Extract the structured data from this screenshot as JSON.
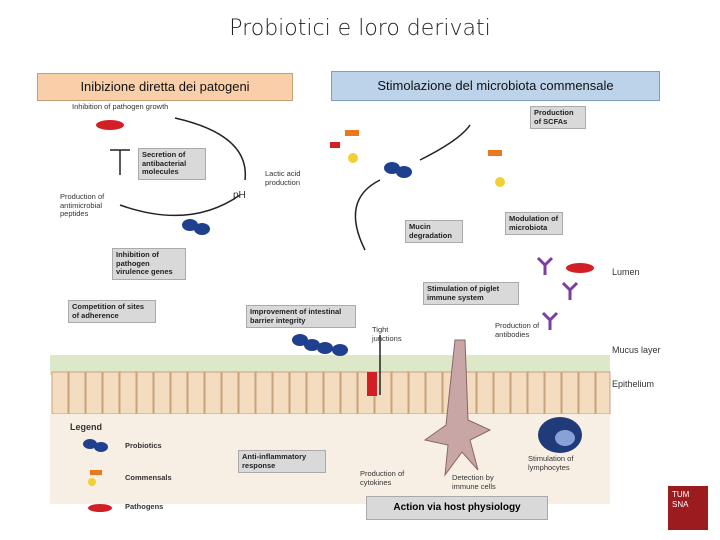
{
  "title": "Probiotici e loro derivati",
  "headers": {
    "left": "Inibizione diretta dei patogeni",
    "right": "Stimolazione del microbiota commensale"
  },
  "labels": {
    "inhibition_growth": "Inhibition of pathogen growth",
    "secretion": "Secretion of antibacterial molecules",
    "lactic": "Lactic acid production",
    "antimicrobial": "Production of antimicrobial peptides",
    "ph": "pH",
    "virulence": "Inhibition of pathogen virulence genes",
    "scfa": "Production of SCFAs",
    "mucin": "Mucin degradation",
    "modulation": "Modulation of microbiota",
    "lumen": "Lumen",
    "piglet": "Stimulation of piglet immune system",
    "competition": "Competition of sites of adherence",
    "barrier": "Improvement of intestinal barrier integrity",
    "tight": "Tight junctions",
    "antibodies": "Production of antibodies",
    "mucus": "Mucus layer",
    "epithelium": "Epithelium",
    "anti_inflam": "Anti-inflammatory response",
    "cytokines": "Production of cytokines",
    "detection": "Detection by immune cells",
    "lymphocytes": "Stimulation of lymphocytes",
    "action": "Action via host physiology"
  },
  "legend": {
    "title": "Legend",
    "probiotics": "Probiotics",
    "commensals": "Commensals",
    "pathogens": "Pathogens"
  },
  "logo_fragment": "TUM\nSNA",
  "colors": {
    "header_left": "#f9cfa9",
    "header_right": "#bdd3ea",
    "probiotic": "#1f3f8f",
    "pathogen": "#d21f26",
    "mucus": "#dde8c8",
    "epithelium": "#f3dcc0"
  }
}
